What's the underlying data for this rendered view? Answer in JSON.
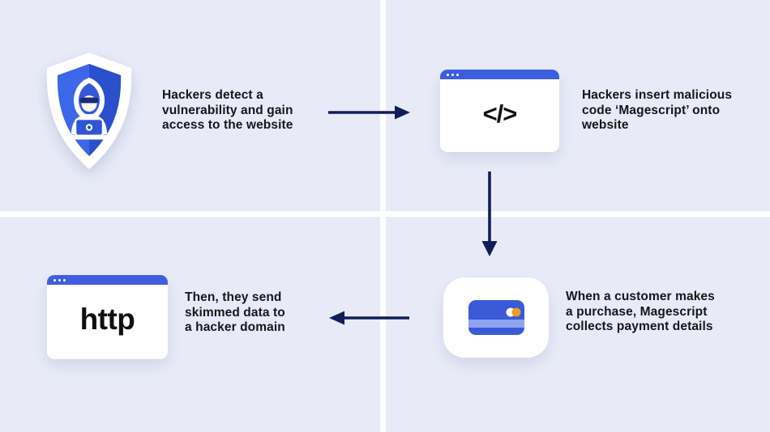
{
  "diagram": {
    "name": "magecart-attack-flow",
    "background": "#e8ebf7",
    "divider_color": "#ffffff",
    "arrow_color": "#0f1d5b",
    "accent_blue": "#3d5edf",
    "shield_blue_light": "#3c67e8",
    "shield_blue_dark": "#2b50cc",
    "card_blue": "#3a5ad8",
    "card_stripe": "#8da5f0",
    "card_orange": "#ee9d1f",
    "text_color": "#16151a",
    "steps": [
      {
        "name": "detect-vulnerability",
        "icon": "hacker-shield-icon",
        "text": "Hackers detect a\nvulnerability and gain\naccess to the website"
      },
      {
        "name": "insert-malicious-code",
        "icon": "code-browser-icon",
        "glyph": "</>",
        "text": "Hackers insert malicious\ncode ‘Magescript’ onto\nwebsite"
      },
      {
        "name": "collect-payment-details",
        "icon": "credit-card-icon",
        "text": "When a customer makes\na purchase, Magescript\ncollects payment details"
      },
      {
        "name": "send-skimmed-data",
        "icon": "http-browser-icon",
        "glyph": "http",
        "text": "Then, they send\nskimmed data to\na hacker domain"
      }
    ]
  }
}
